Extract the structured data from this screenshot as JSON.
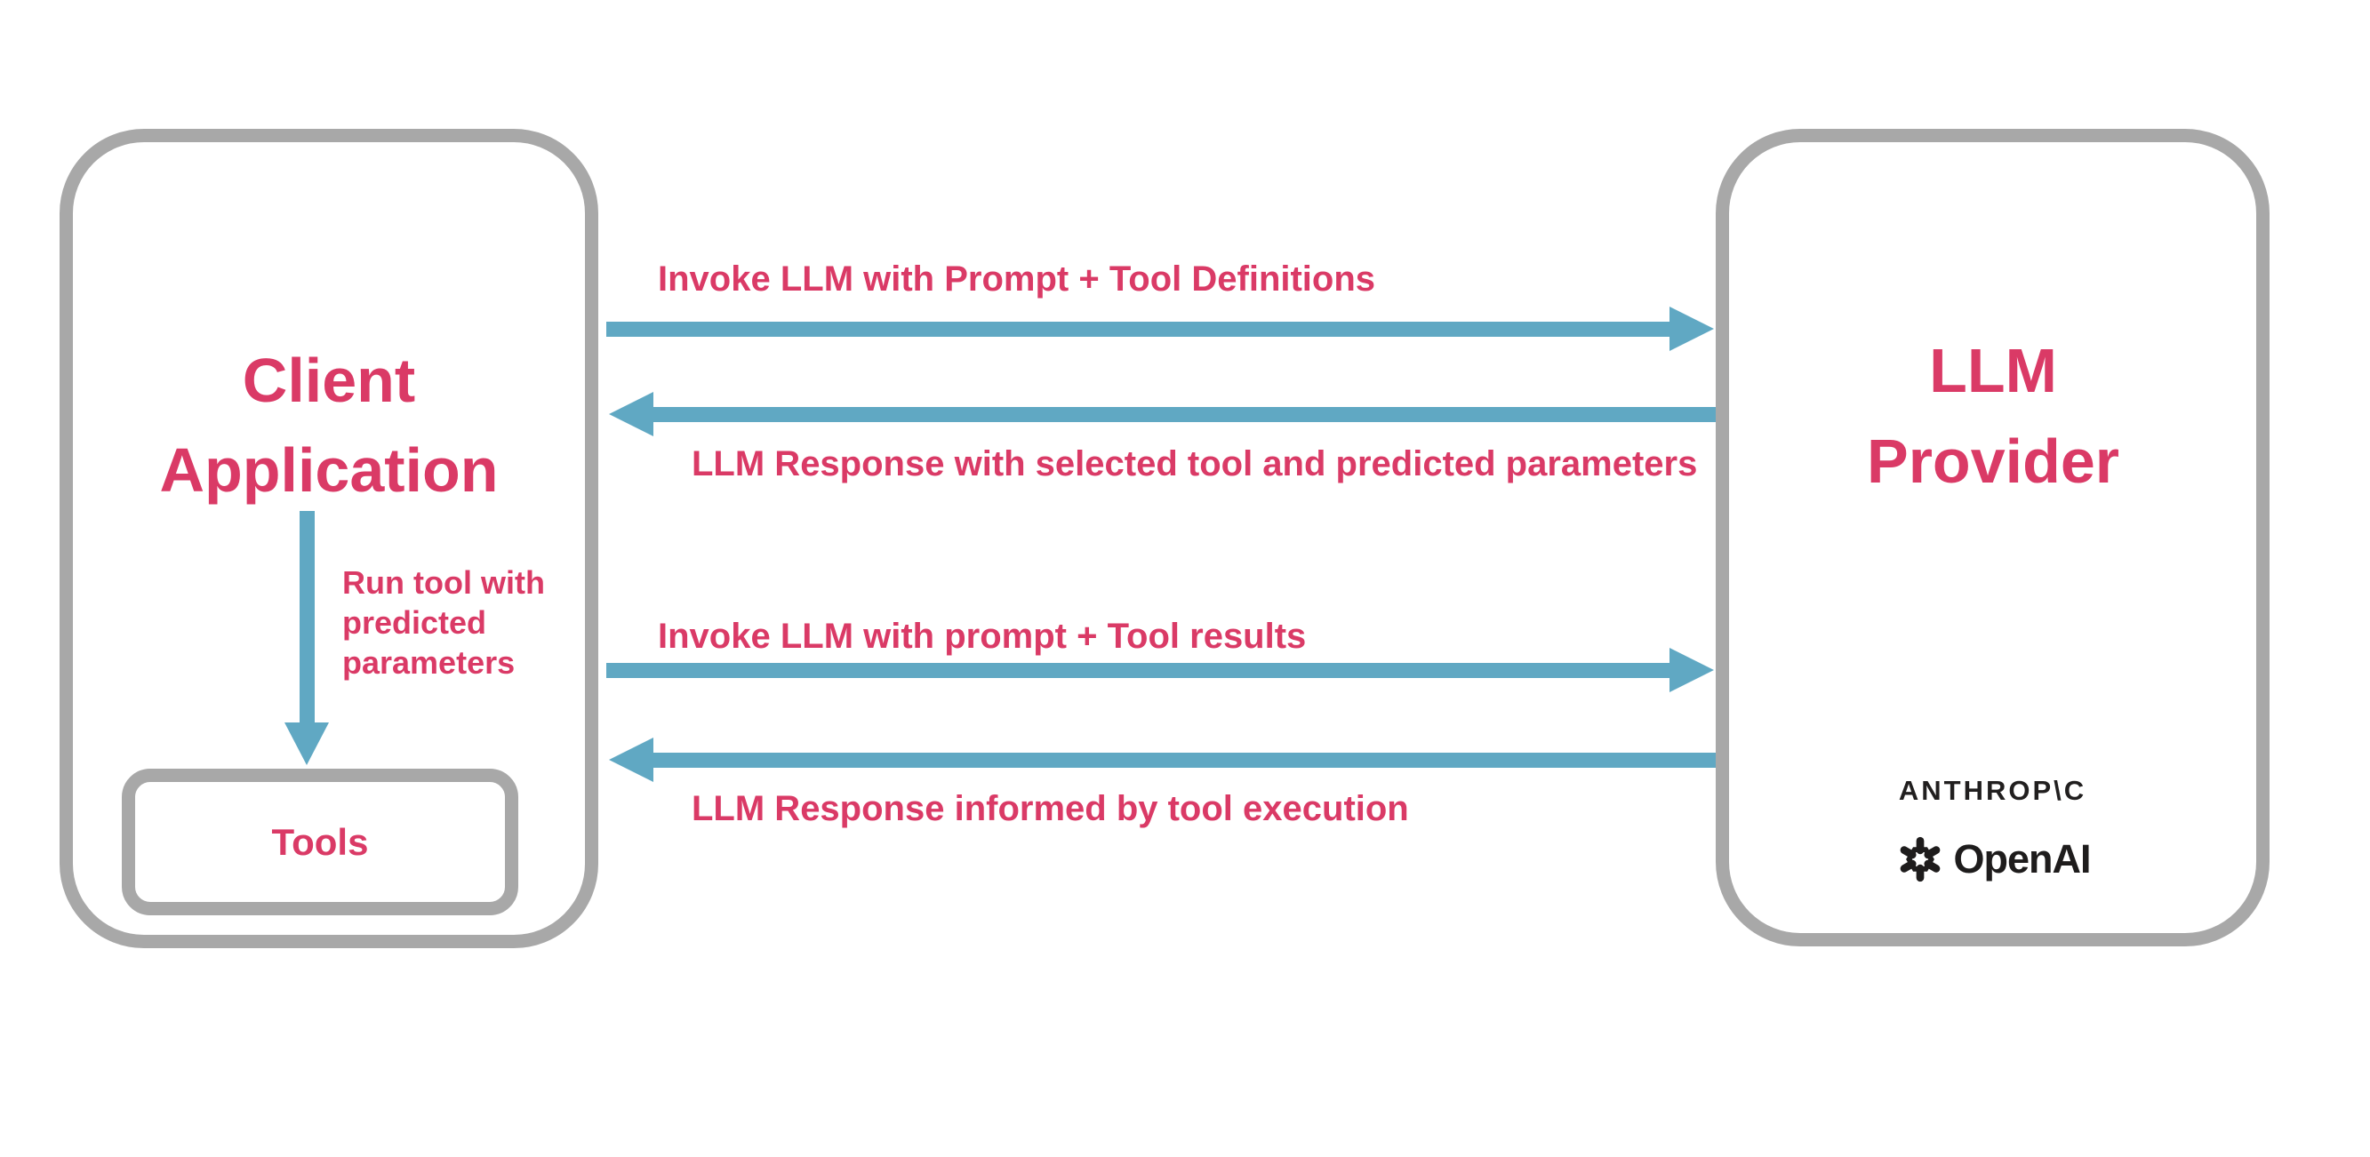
{
  "diagram": {
    "client_box": {
      "title": "Client Application"
    },
    "tools_box": {
      "label": "Tools"
    },
    "llm_box": {
      "title": "LLM Provider"
    },
    "logos": {
      "anthropic": "ANTHROP\\C",
      "openai": "OpenAI"
    },
    "run_tool_label": "Run tool with predicted parameters",
    "arrows": [
      {
        "direction": "right",
        "label": "Invoke LLM with Prompt + Tool Definitions"
      },
      {
        "direction": "left",
        "label": "LLM Response with selected tool and predicted parameters"
      },
      {
        "direction": "right",
        "label": "Invoke LLM with prompt + Tool results"
      },
      {
        "direction": "left",
        "label": "LLM Response informed by tool execution"
      }
    ],
    "colors": {
      "accent_pink": "#DA3A66",
      "arrow_blue": "#60A8C3",
      "border_gray": "#A8A8A8",
      "logo_black": "#1E1C1C"
    }
  }
}
